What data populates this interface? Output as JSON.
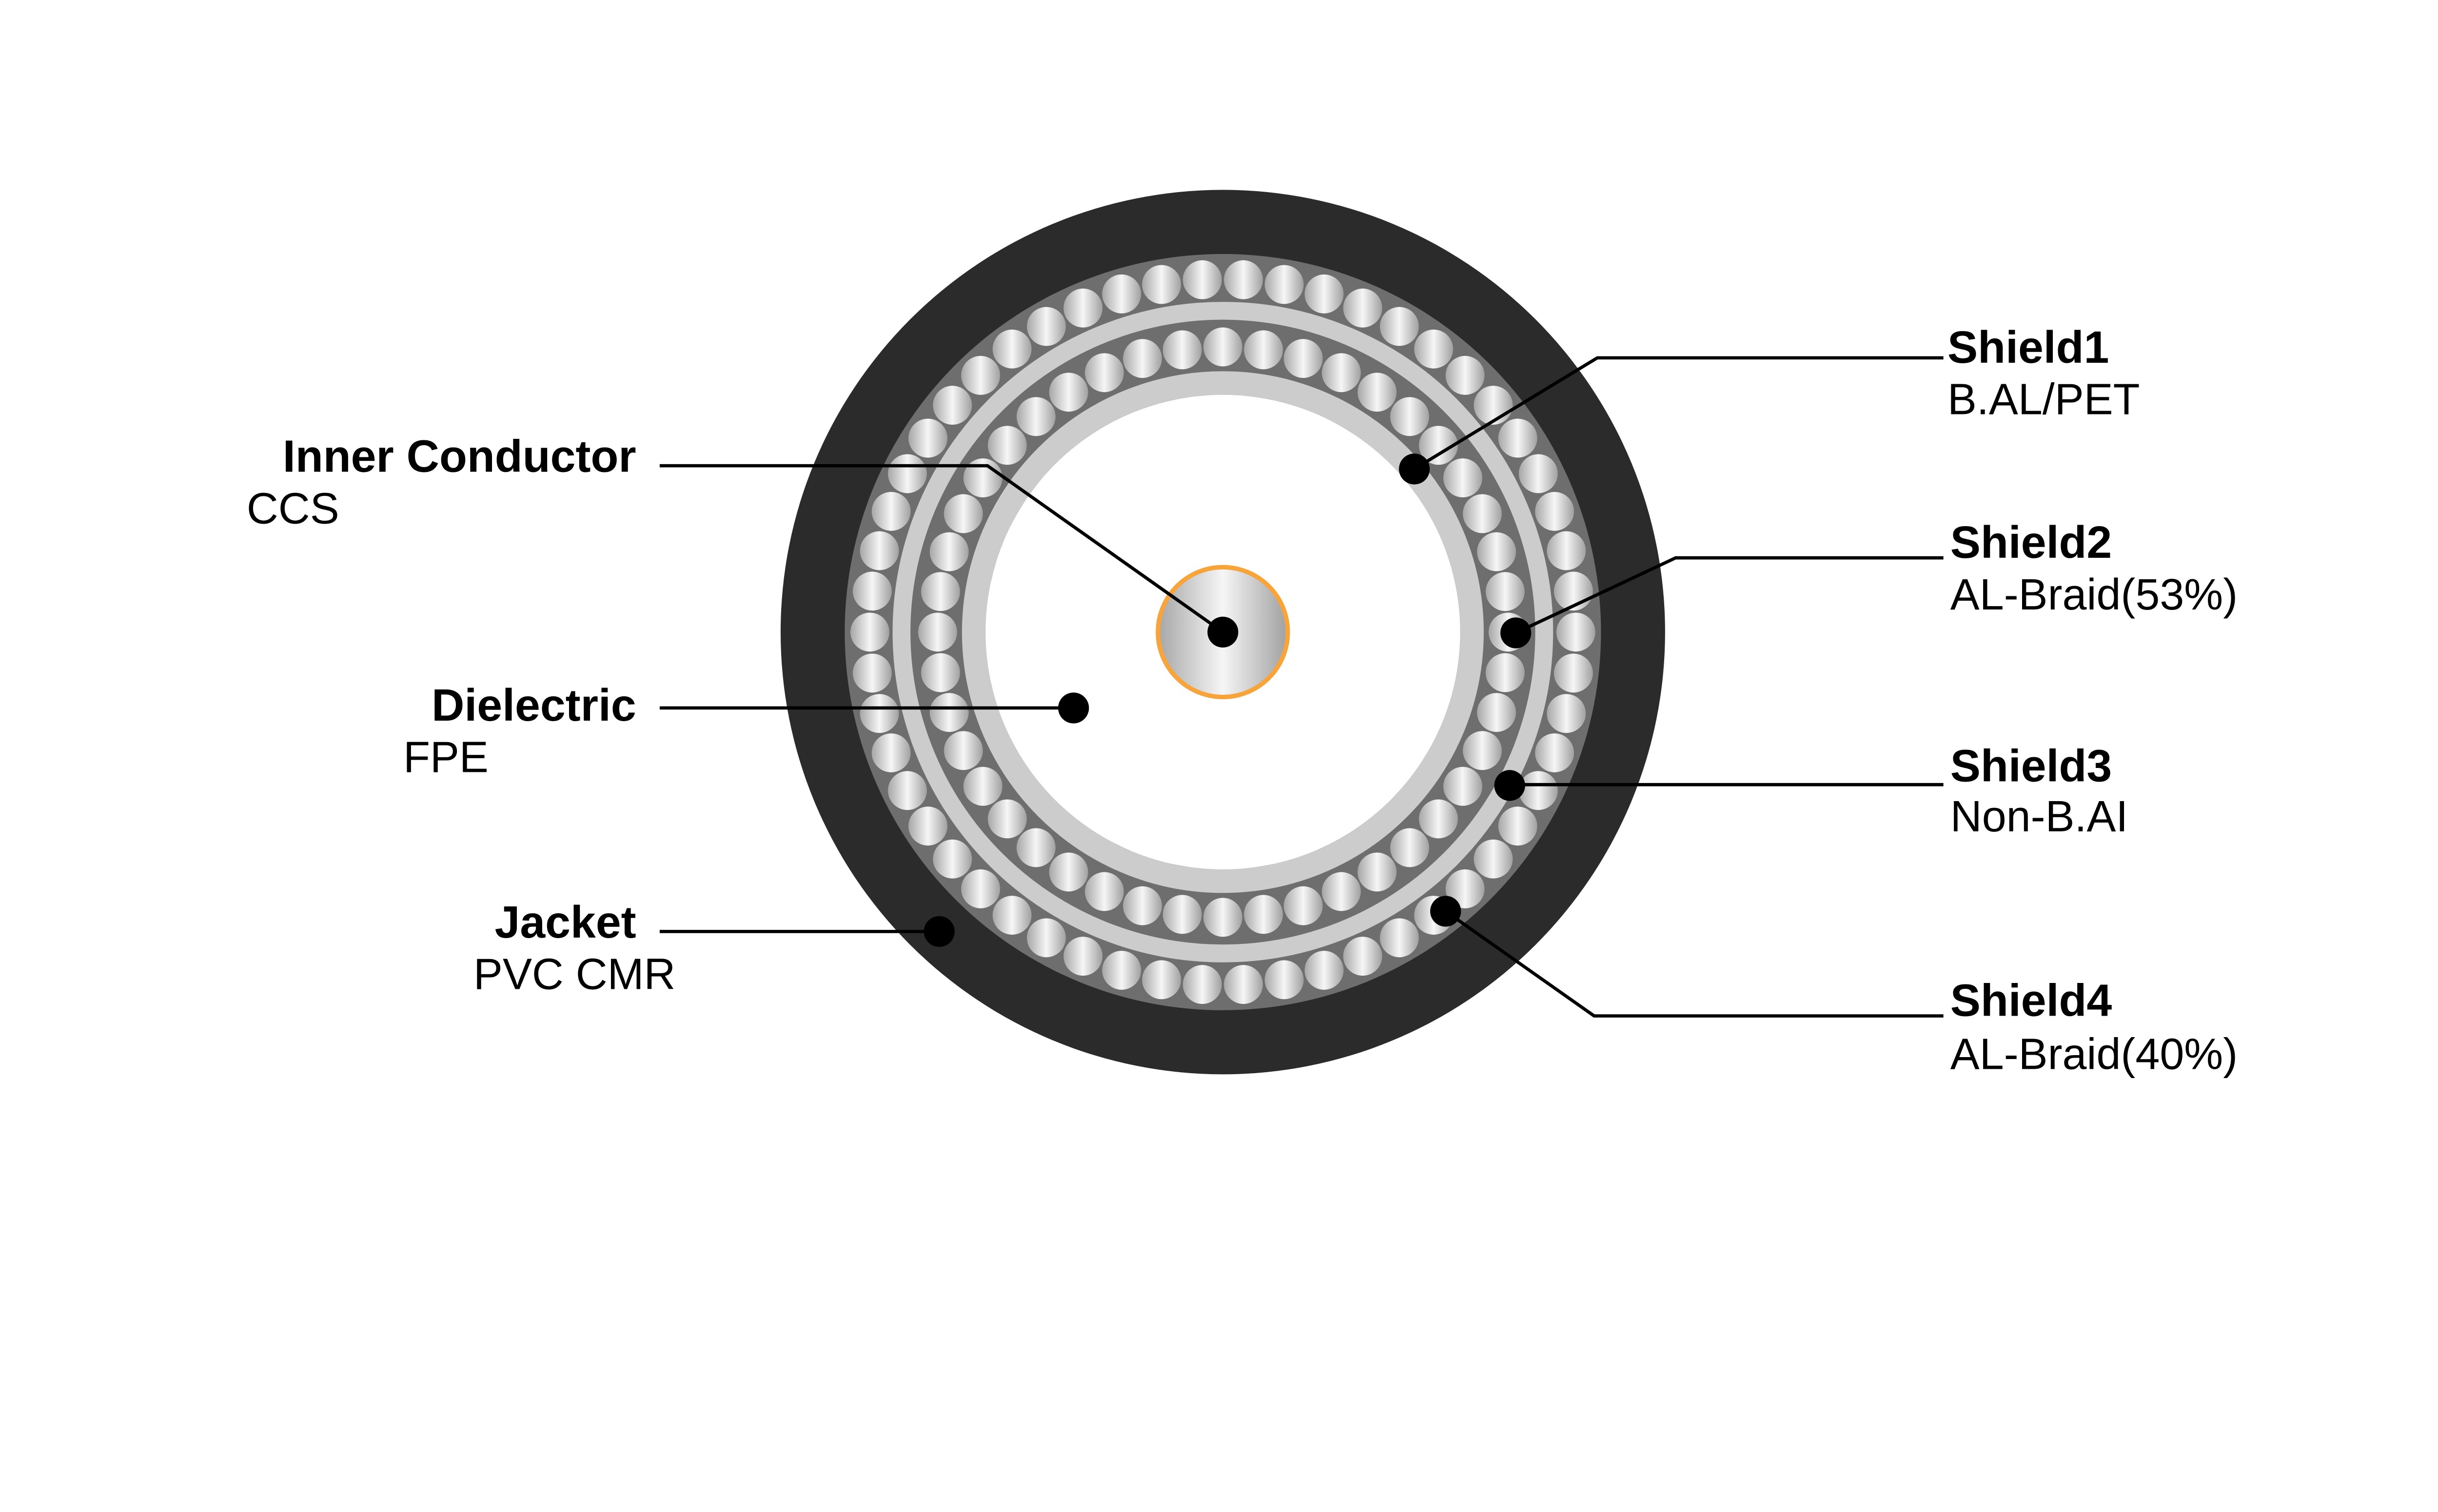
{
  "diagram": {
    "labels": {
      "inner_conductor": {
        "title": "Inner Conductor",
        "material": "CCS"
      },
      "dielectric": {
        "title": "Dielectric",
        "material": "FPE"
      },
      "jacket": {
        "title": "Jacket",
        "material": "PVC CMR"
      },
      "shield1": {
        "title": "Shield1",
        "material": "B.AL/PET"
      },
      "shield2": {
        "title": "Shield2",
        "material": "AL-Braid(53%)"
      },
      "shield3": {
        "title": "Shield3",
        "material": "Non-B.AI"
      },
      "shield4": {
        "title": "Shield4",
        "material": "AL-Braid(40%)"
      }
    },
    "colors": {
      "jacket": "#2b2b2b",
      "braid_band": "#6e6e6e",
      "foil": "#cccccc",
      "dielectric": "#ffffff",
      "conductor_outline": "#f7a43a",
      "wire_light": "#f4f4f4",
      "wire_dark": "#a6a6a6",
      "leader": "#000000"
    }
  }
}
